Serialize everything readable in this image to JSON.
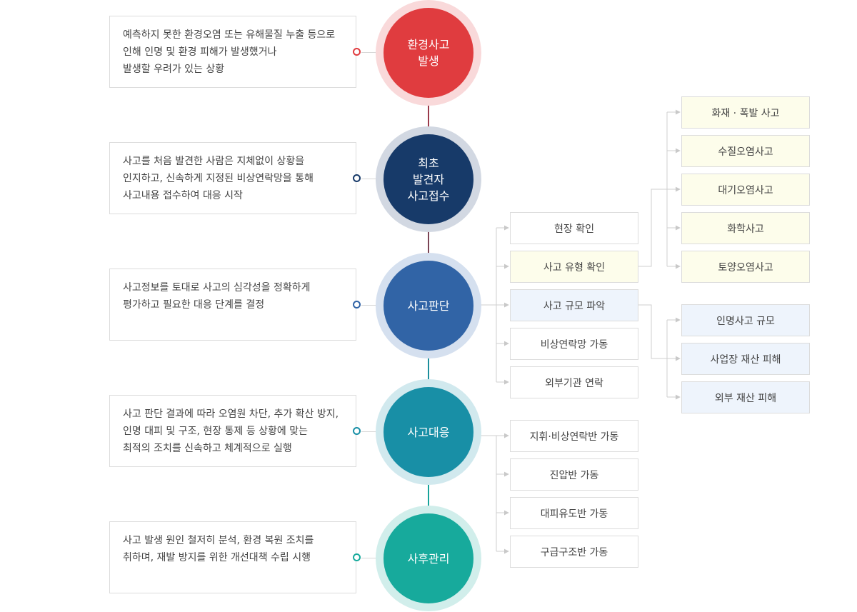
{
  "steps": [
    {
      "title_lines": [
        "환경사고",
        "발생"
      ],
      "desc_lines": [
        "예측하지 못한 환경오염 또는 유해물질 누출 등으로",
        "인해 인명 및 환경 피해가 발생했거나",
        "발생할 우려가 있는 상황"
      ],
      "color": "#e03c3f",
      "halo": "#f9d9da"
    },
    {
      "title_lines": [
        "최초",
        "발견자",
        "사고접수"
      ],
      "desc_lines": [
        "사고를 처음 발견한 사람은 지체없이 상황을",
        "인지하고, 신속하게 지정된 비상연락망을 통해",
        "사고내용 접수하여 대응 시작"
      ],
      "color": "#173a69",
      "halo": "#d2d8e2"
    },
    {
      "title_lines": [
        "사고판단"
      ],
      "desc_lines": [
        "사고정보를 토대로 사고의 심각성을 정확하게",
        "평가하고 필요한 대응 단계를 결정"
      ],
      "color": "#3164a6",
      "halo": "#d5e0ef"
    },
    {
      "title_lines": [
        "사고대응"
      ],
      "desc_lines": [
        "사고 판단 결과에 따라 오염원 차단, 추가 확산 방지,",
        "인명 대피 및 구조, 현장 통제 등 상황에 맞는",
        "최적의 조치를 신속하고 체계적으로 실행"
      ],
      "color": "#188fa6",
      "halo": "#d1e9ee"
    },
    {
      "title_lines": [
        "사후관리"
      ],
      "desc_lines": [
        "사고 발생 원인 철저히 분석, 환경 복원 조치를",
        "취하며, 재발 방지를 위한 개선대책 수립 시행"
      ],
      "color": "#17aa9c",
      "halo": "#d1eeeb"
    }
  ],
  "judgment_items": [
    "현장 확인",
    "사고 유형 확인",
    "사고 규모 파악",
    "비상연락망 가동",
    "외부기관 연락"
  ],
  "accident_types": [
    "화재 · 폭발 사고",
    "수질오염사고",
    "대기오염사고",
    "화학사고",
    "토양오염사고"
  ],
  "accident_scales": [
    "인명사고 규모",
    "사업장 재산 피해",
    "외부 재산 피해"
  ],
  "response_items": [
    "지휘·비상연락반 가동",
    "진압반 가동",
    "대피유도반 가동",
    "구급구조반 가동"
  ]
}
